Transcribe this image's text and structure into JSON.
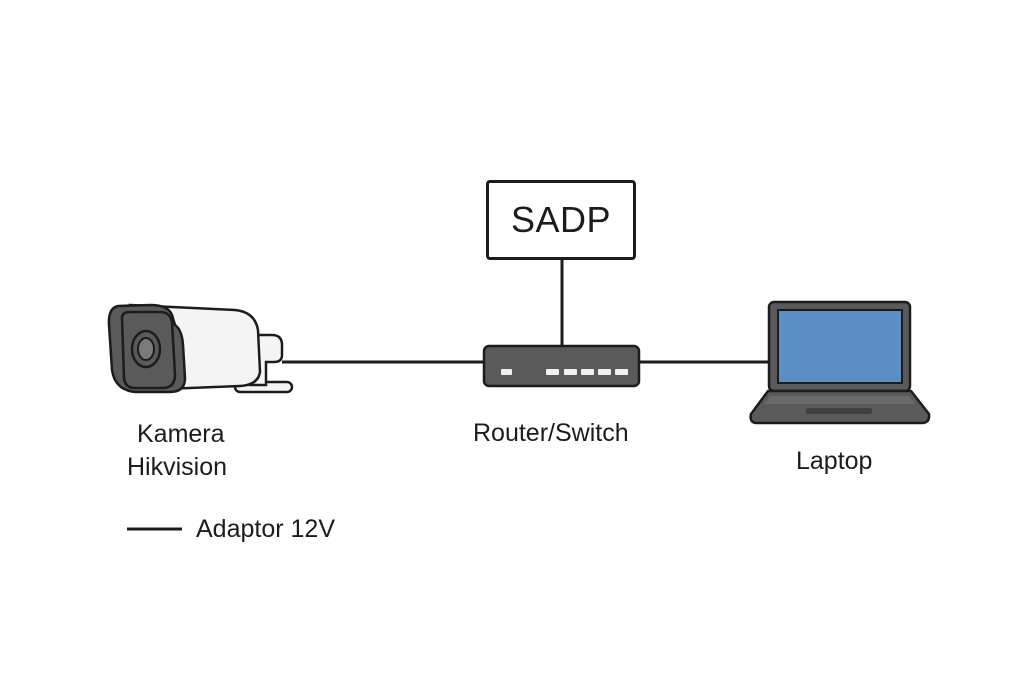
{
  "diagram": {
    "nodes": {
      "camera": {
        "label_line1": "Kamera",
        "label_line2": "Hikvision",
        "icon": "cctv-camera-icon"
      },
      "router": {
        "label": "Router/Switch",
        "icon": "router-switch-icon"
      },
      "sadp": {
        "label": "SADP"
      },
      "laptop": {
        "label": "Laptop",
        "icon": "laptop-icon",
        "screen_color": "#5b8ec4"
      }
    },
    "edges": [
      {
        "from": "camera",
        "to": "router"
      },
      {
        "from": "router",
        "to": "laptop"
      },
      {
        "from": "sadp",
        "to": "router"
      }
    ],
    "legend": {
      "label": "Adaptor 12V"
    },
    "colors": {
      "line": "#1c1c1c",
      "device_dark": "#5a5a5a",
      "camera_body": "#f4f4f4",
      "laptop_screen": "#5b8ec4",
      "router_led": "#f0f0f0"
    }
  }
}
